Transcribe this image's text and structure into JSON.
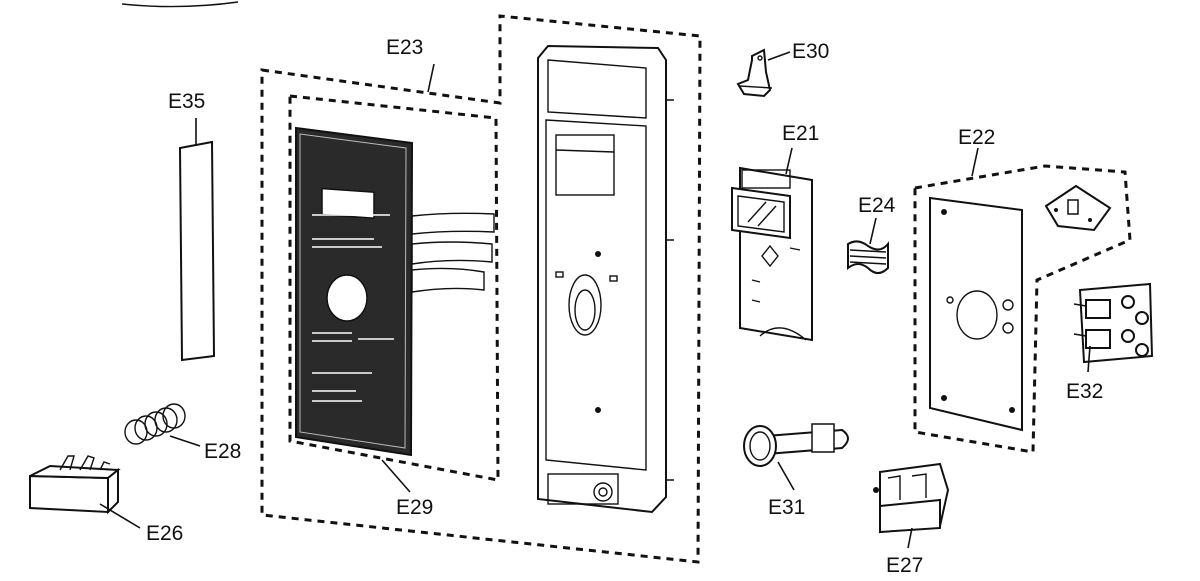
{
  "labels": {
    "e23": "E23",
    "e35": "E35",
    "e30": "E30",
    "e21": "E21",
    "e22": "E22",
    "e24": "E24",
    "e32": "E32",
    "e28": "E28",
    "e29": "E29",
    "e26": "E26",
    "e31": "E31",
    "e27": "E27"
  },
  "colors": {
    "ink": "#111111",
    "paper": "#ffffff"
  }
}
